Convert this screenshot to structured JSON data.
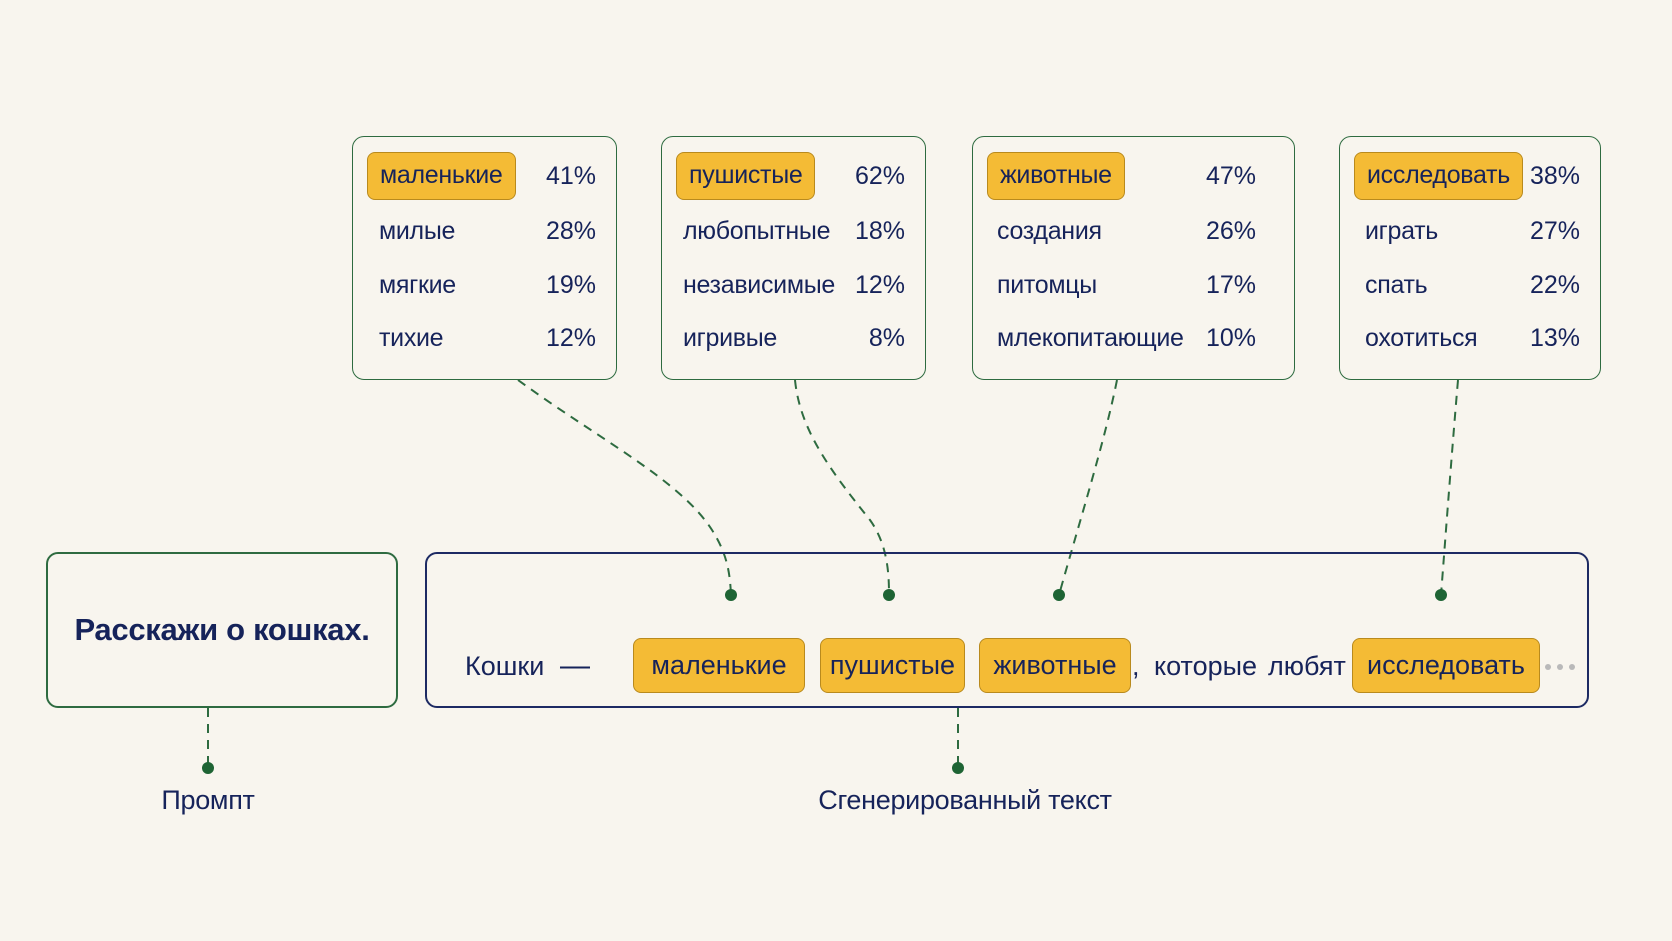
{
  "colors": {
    "background": "#f8f5ee",
    "highlight": "#f4bb35",
    "green_accent": "#2e6b40",
    "navy": "#1d2a63"
  },
  "candidate_boxes": [
    {
      "rows": [
        {
          "word": "маленькие",
          "percent": "41%",
          "selected": true
        },
        {
          "word": "милые",
          "percent": "28%",
          "selected": false
        },
        {
          "word": "мягкие",
          "percent": "19%",
          "selected": false
        },
        {
          "word": "тихие",
          "percent": "12%",
          "selected": false
        }
      ]
    },
    {
      "rows": [
        {
          "word": "пушистые",
          "percent": "62%",
          "selected": true
        },
        {
          "word": "любопытные",
          "percent": "18%",
          "selected": false
        },
        {
          "word": "независимые",
          "percent": "12%",
          "selected": false
        },
        {
          "word": "игривые",
          "percent": "8%",
          "selected": false
        }
      ]
    },
    {
      "rows": [
        {
          "word": "животные",
          "percent": "47%",
          "selected": true
        },
        {
          "word": "создания",
          "percent": "26%",
          "selected": false
        },
        {
          "word": "питомцы",
          "percent": "17%",
          "selected": false
        },
        {
          "word": "млекопитающие",
          "percent": "10%",
          "selected": false
        }
      ]
    },
    {
      "rows": [
        {
          "word": "исследовать",
          "percent": "38%",
          "selected": true
        },
        {
          "word": "играть",
          "percent": "27%",
          "selected": false
        },
        {
          "word": "спать",
          "percent": "22%",
          "selected": false
        },
        {
          "word": "охотиться",
          "percent": "13%",
          "selected": false
        }
      ]
    }
  ],
  "prompt": {
    "text": "Расскажи о кошках.",
    "caption": "Промпт"
  },
  "generated": {
    "caption": "Сгенерированный текст",
    "tokens": [
      {
        "text": "Кошки",
        "highlighted": false
      },
      {
        "text": "—",
        "highlighted": false
      },
      {
        "text": "маленькие",
        "highlighted": true
      },
      {
        "text": "пушистые",
        "highlighted": true
      },
      {
        "text": "животные",
        "highlighted": true
      },
      {
        "text": ",",
        "highlighted": false
      },
      {
        "text": "которые",
        "highlighted": false
      },
      {
        "text": "любят",
        "highlighted": false
      },
      {
        "text": "исследовать",
        "highlighted": true
      }
    ]
  }
}
